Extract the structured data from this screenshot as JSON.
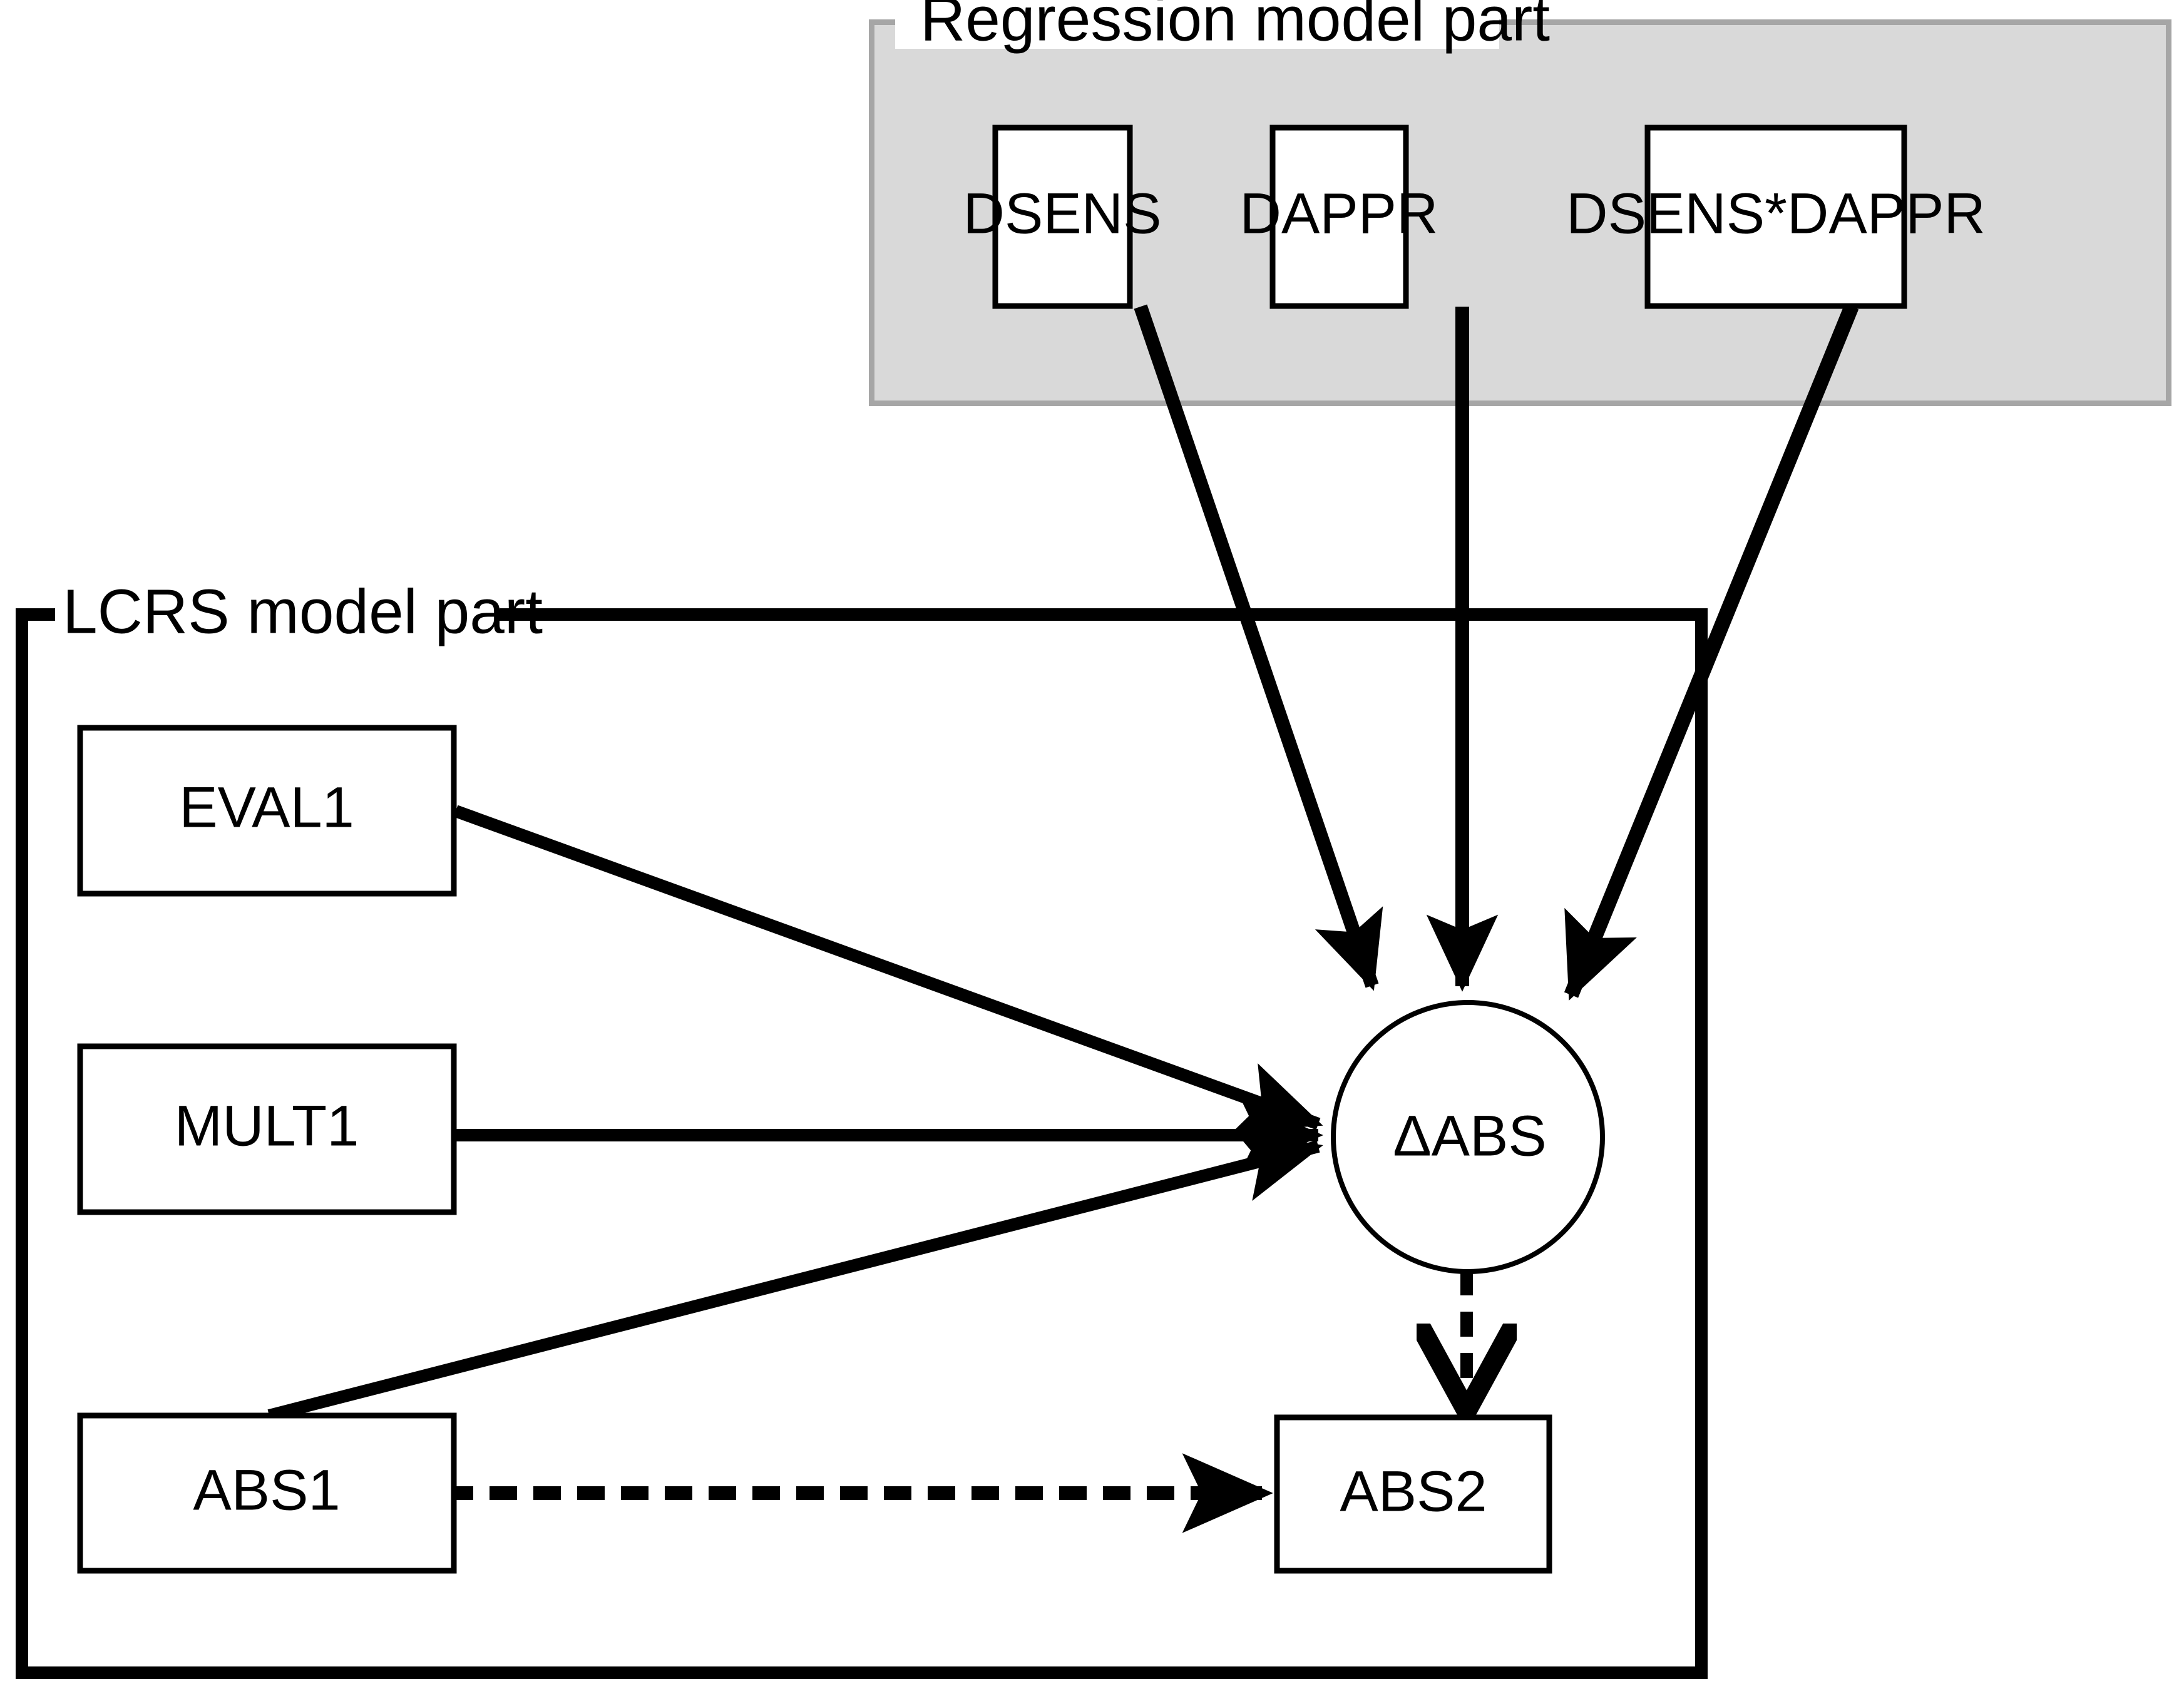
{
  "diagram": {
    "title_groups": {
      "regression": {
        "label": "Regression model part",
        "panel_fill": "#d9d9d9",
        "panel_border": "#a6a6a6"
      },
      "lcrs": {
        "label": "LCRS model part",
        "panel_border": "#000000"
      }
    },
    "nodes": {
      "dsens": {
        "label": "DSENS",
        "shape": "rect"
      },
      "dappr": {
        "label": "DAPPR",
        "shape": "rect"
      },
      "dsens_dappr": {
        "label": "DSENS*DAPPR",
        "shape": "rect"
      },
      "eval1": {
        "label": "EVAL1",
        "shape": "rect"
      },
      "mult1": {
        "label": "MULT1",
        "shape": "rect"
      },
      "abs1": {
        "label": "ABS1",
        "shape": "rect"
      },
      "abs2": {
        "label": "ABS2",
        "shape": "rect"
      },
      "delta_abs": {
        "label": "ΔABS",
        "shape": "circle"
      }
    },
    "edges": [
      {
        "from": "dsens",
        "to": "delta_abs",
        "style": "solid",
        "arrow": "filled"
      },
      {
        "from": "dappr",
        "to": "delta_abs",
        "style": "solid",
        "arrow": "filled"
      },
      {
        "from": "dsens_dappr",
        "to": "delta_abs",
        "style": "solid",
        "arrow": "filled"
      },
      {
        "from": "eval1",
        "to": "delta_abs",
        "style": "solid",
        "arrow": "filled"
      },
      {
        "from": "mult1",
        "to": "delta_abs",
        "style": "solid",
        "arrow": "filled"
      },
      {
        "from": "abs1",
        "to": "delta_abs",
        "style": "solid",
        "arrow": "filled"
      },
      {
        "from": "abs1",
        "to": "abs2",
        "style": "dashed",
        "arrow": "filled"
      },
      {
        "from": "delta_abs",
        "to": "abs2",
        "style": "dashed",
        "arrow": "open"
      }
    ],
    "colors": {
      "stroke": "#000000",
      "node_fill": "#ffffff",
      "panel_fill": "#d9d9d9",
      "panel_border": "#a6a6a6"
    }
  }
}
